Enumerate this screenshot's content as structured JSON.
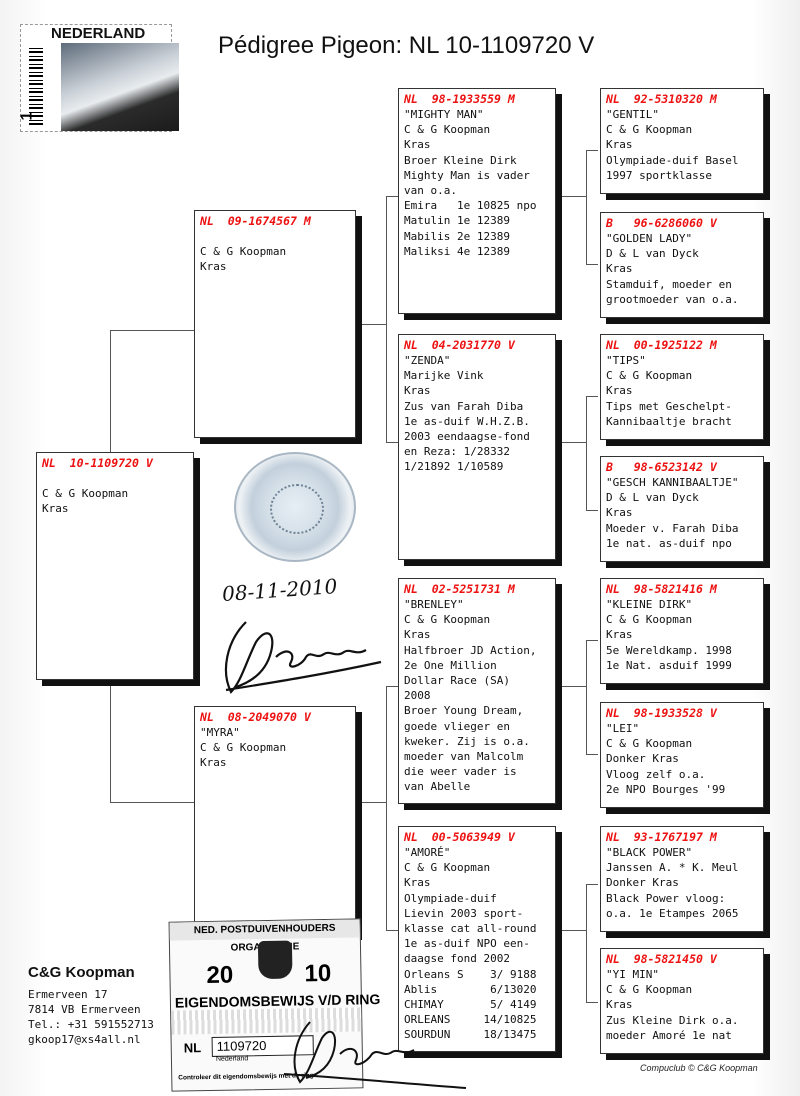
{
  "title": "Pédigree Pigeon: NL  10-1109720 V",
  "stamp": {
    "country": "NEDERLAND",
    "value": "1"
  },
  "main_bird": {
    "ring": "NL  10-1109720 V",
    "lines": [
      "C & G Koopman",
      "Kras"
    ]
  },
  "sire": {
    "ring": "NL  09-1674567 M",
    "lines": [
      "C & G Koopman",
      "Kras"
    ]
  },
  "dam": {
    "ring": "NL  08-2049070 V",
    "lines": [
      "\"MYRA\"",
      "C & G Koopman",
      "Kras"
    ]
  },
  "sire_sire": {
    "ring": "NL  98-1933559 M",
    "lines": [
      "\"MIGHTY MAN\"",
      "C & G Koopman",
      "Kras",
      "Broer Kleine Dirk",
      "Mighty Man is vader",
      "van o.a.",
      "Emira   1e 10825 npo",
      "Matulin 1e 12389",
      "Mabilis 2e 12389",
      "Maliksi 4e 12389"
    ]
  },
  "sire_dam": {
    "ring": "NL  04-2031770 V",
    "lines": [
      "\"ZENDA\"",
      "Marijke Vink",
      "Kras",
      "Zus van Farah Diba",
      "1e as-duif W.H.Z.B.",
      "2003 eendaagse-fond",
      "en Reza: 1/28332",
      "1/21892 1/10589"
    ]
  },
  "dam_sire": {
    "ring": "NL  02-5251731 M",
    "lines": [
      "\"BRENLEY\"",
      "C & G Koopman",
      "Kras",
      "Halfbroer JD Action,",
      "2e One Million",
      "Dollar Race (SA)",
      "2008",
      "Broer Young Dream,",
      "goede vlieger en",
      "kweker. Zij is o.a.",
      "moeder van Malcolm",
      "die weer vader is",
      "van Abelle"
    ]
  },
  "dam_dam": {
    "ring": "NL  00-5063949 V",
    "lines": [
      "\"AMORÉ\"",
      "C & G Koopman",
      "Kras",
      "Olympiade-duif",
      "Lievin 2003 sport-",
      "klasse cat all-round",
      "1e as-duif NPO een-",
      "daagse fond 2002",
      "Orleans S    3/ 9188",
      "Ablis        6/13020",
      "CHIMAY       5/ 4149",
      "ORLEANS     14/10825",
      "SOURDUN     18/13475"
    ]
  },
  "gg": [
    {
      "ring": "NL  92-5310320 M",
      "lines": [
        "\"GENTIL\"",
        "C & G Koopman",
        "Kras",
        "Olympiade-duif Basel",
        "1997 sportklasse"
      ]
    },
    {
      "ring": "B   96-6286060 V",
      "lines": [
        "\"GOLDEN LADY\"",
        "D & L van Dyck",
        "Kras",
        "Stamduif, moeder en",
        "grootmoeder van o.a."
      ]
    },
    {
      "ring": "NL  00-1925122 M",
      "lines": [
        "\"TIPS\"",
        "C & G Koopman",
        "Kras",
        "Tips met Geschelpt-",
        "Kannibaaltje bracht"
      ]
    },
    {
      "ring": "B   98-6523142 V",
      "lines": [
        "\"GESCH KANNIBAALTJE\"",
        "D & L van Dyck",
        "Kras",
        "Moeder v. Farah Diba",
        "1e nat. as-duif npo"
      ]
    },
    {
      "ring": "NL  98-5821416 M",
      "lines": [
        "\"KLEINE DIRK\"",
        "C & G Koopman",
        "Kras",
        "5e Wereldkamp. 1998",
        "1e Nat. asduif 1999"
      ]
    },
    {
      "ring": "NL  98-1933528 V",
      "lines": [
        "\"LEI\"",
        "C & G Koopman",
        "Donker Kras",
        "Vloog zelf o.a.",
        "2e NPO Bourges '99"
      ]
    },
    {
      "ring": "NL  93-1767197 M",
      "lines": [
        "\"BLACK POWER\"",
        "Janssen A. * K. Meul",
        "Donker Kras",
        "Black Power vloog:",
        "o.a. 1e Etampes 2065"
      ]
    },
    {
      "ring": "NL  98-5821450 V",
      "lines": [
        "\"YI MIN\"",
        "C & G Koopman",
        "Kras",
        "Zus Kleine Dirk o.a.",
        "moeder Amoré 1e nat"
      ]
    }
  ],
  "date_signed": "08-11-2010",
  "owner": {
    "name": "C&G Koopman",
    "street": "Ermerveen 17",
    "city": "7814 VB  Ermerveen",
    "tel": "Tel.: +31 591552713",
    "email": "gkoop17@xs4all.nl"
  },
  "certificate": {
    "org": "NED. POSTDUIVENHOUDERS ORGANISATIE",
    "year_left": "20",
    "year_right": "10",
    "title": "EIGENDOMSBEWIJS V/D RING",
    "country": "NL",
    "ring_number": "1109720",
    "nation": "Nederland",
    "control_text": "Controleer dit eigendomsbewijs met de ring"
  },
  "copyright": "Compuclub © C&G Koopman"
}
